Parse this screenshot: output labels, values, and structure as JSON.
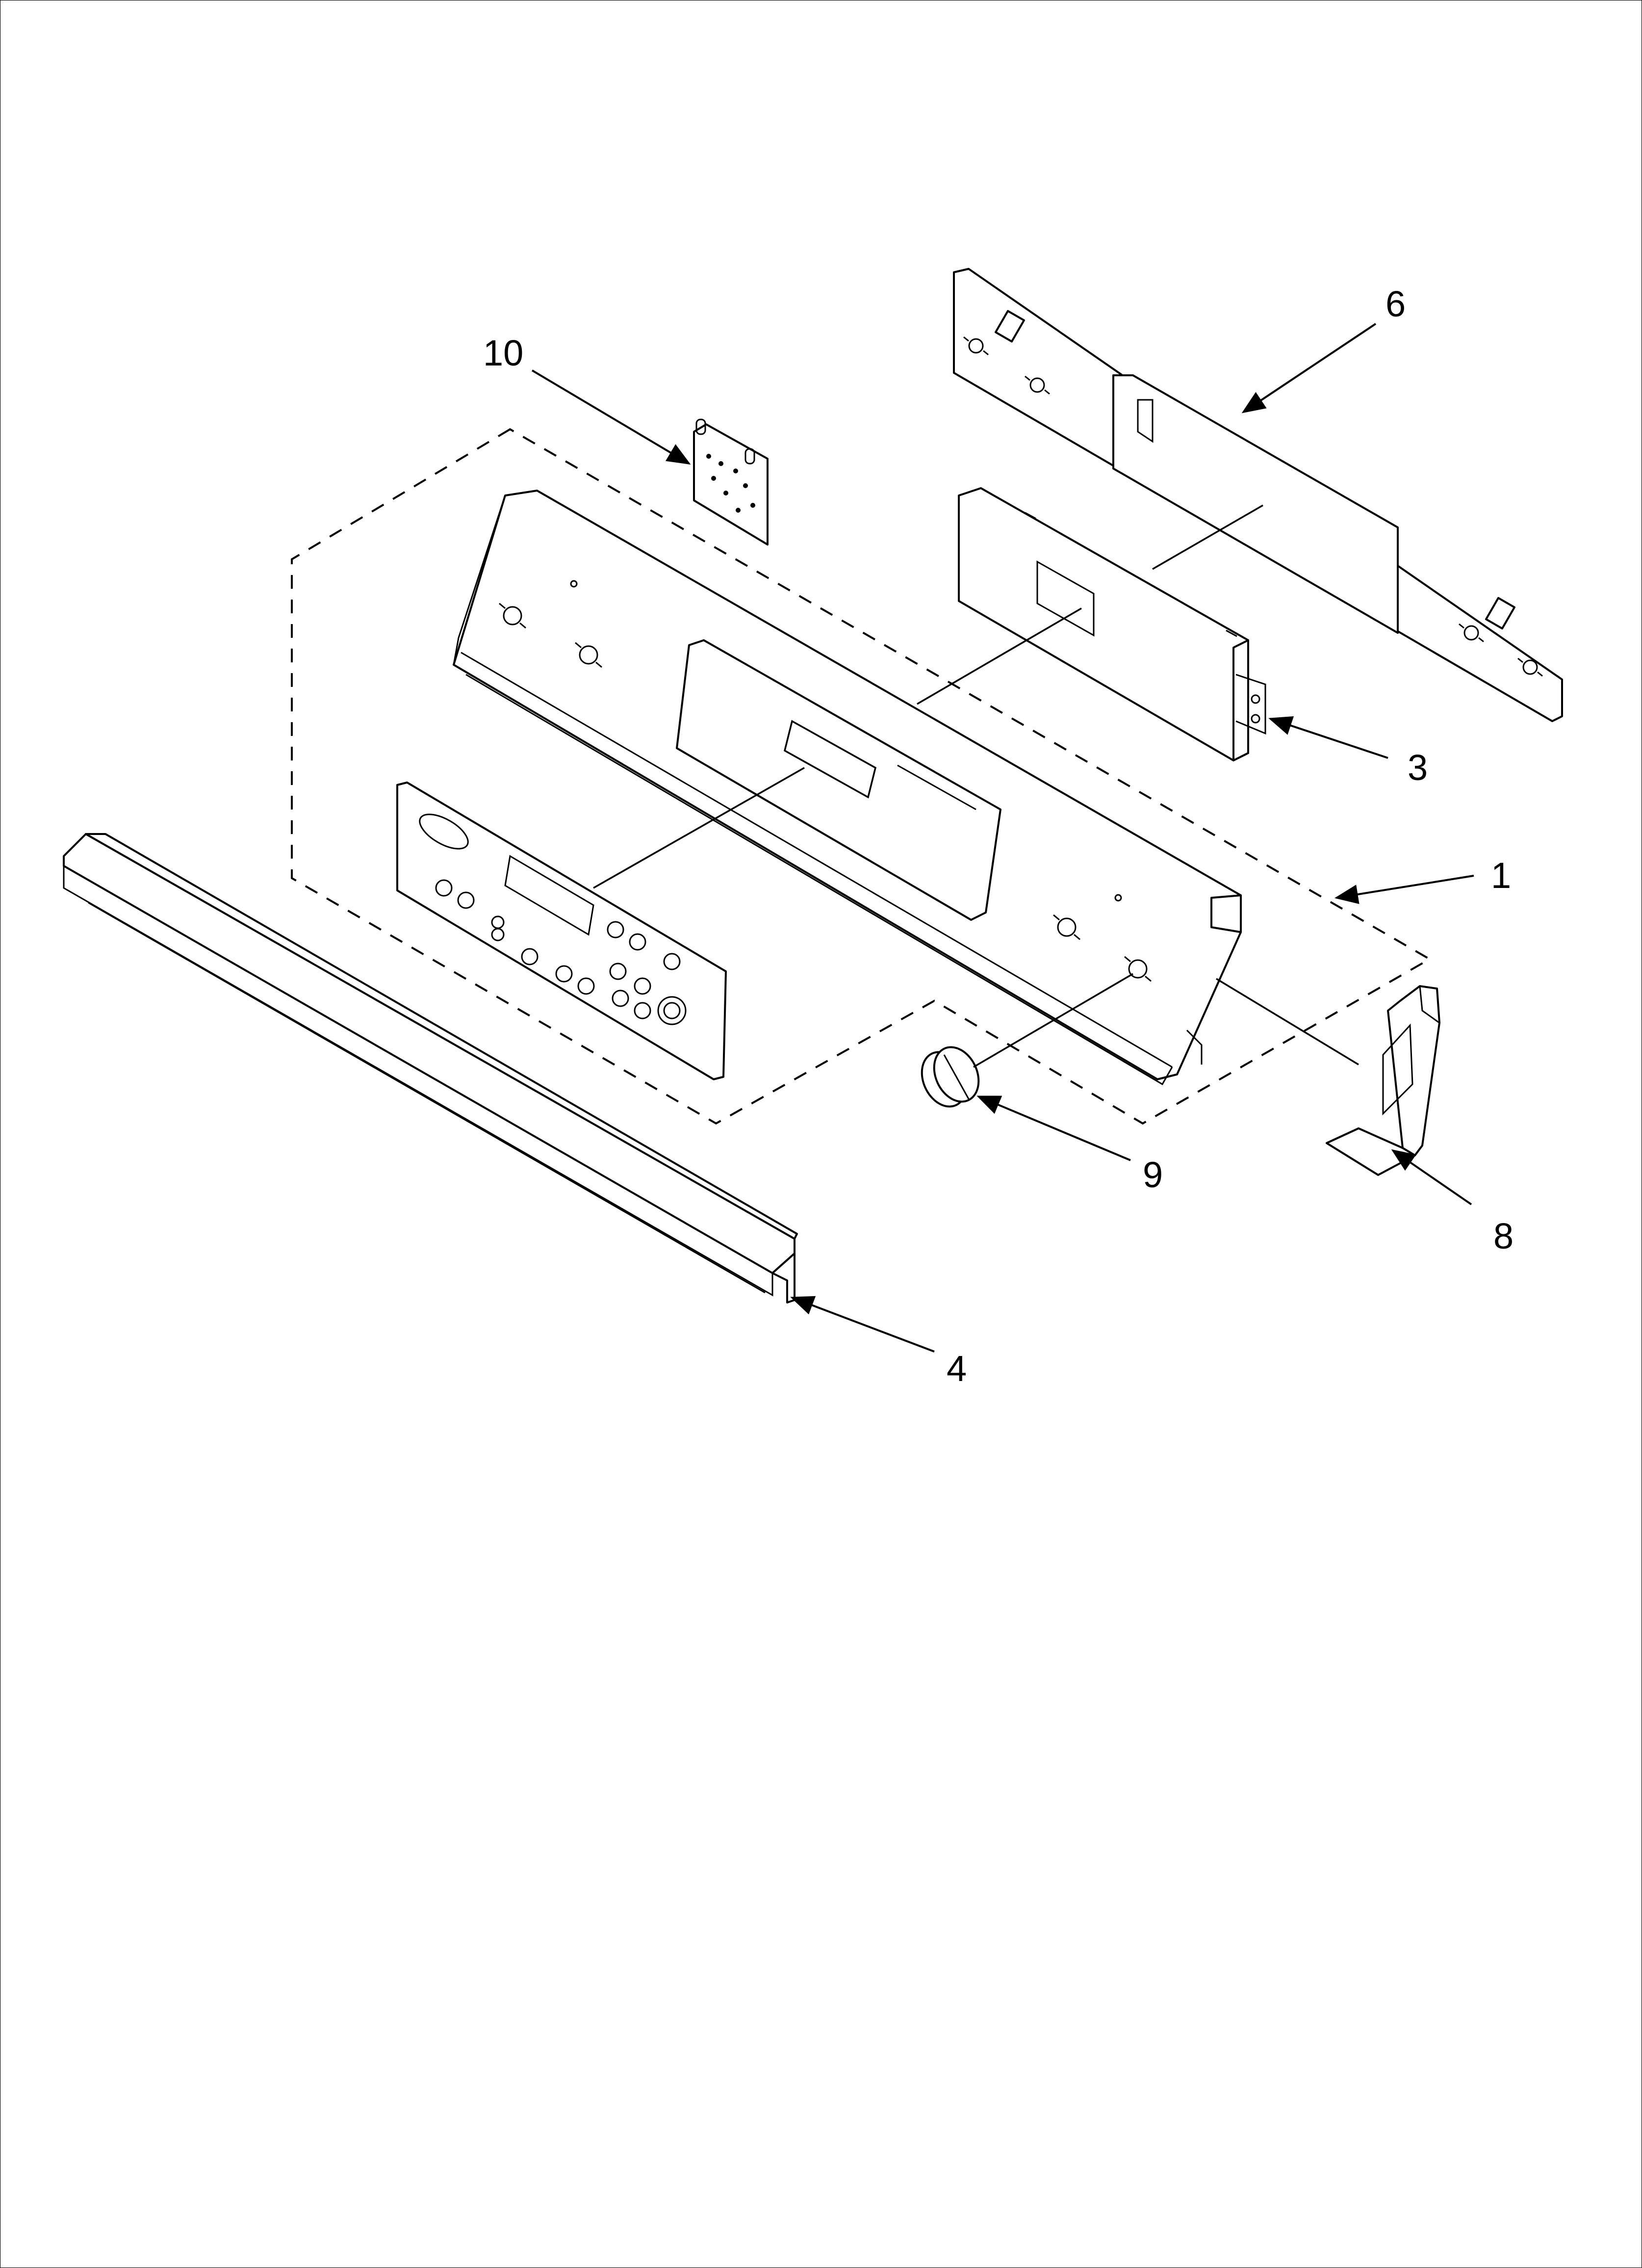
{
  "diagram": {
    "callouts": [
      {
        "id": "part-1",
        "label": "1"
      },
      {
        "id": "part-3",
        "label": "3"
      },
      {
        "id": "part-4",
        "label": "4"
      },
      {
        "id": "part-6",
        "label": "6"
      },
      {
        "id": "part-8",
        "label": "8"
      },
      {
        "id": "part-9",
        "label": "9"
      },
      {
        "id": "part-10",
        "label": "10"
      }
    ]
  },
  "colors": {
    "line": "#000000",
    "background": "#ffffff"
  }
}
